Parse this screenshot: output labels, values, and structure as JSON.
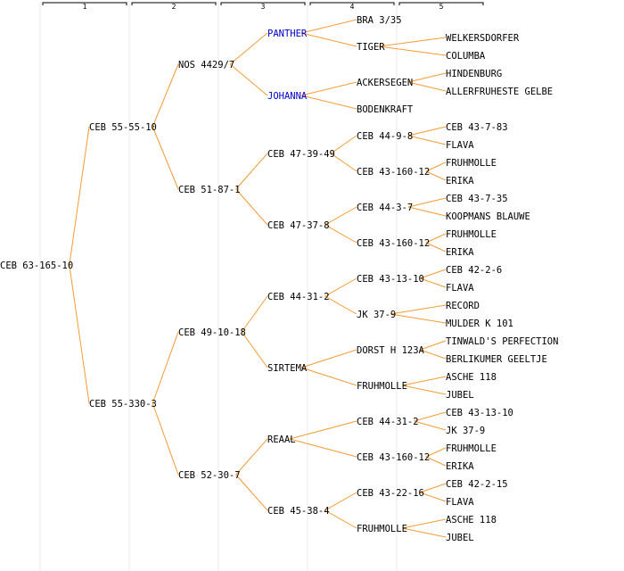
{
  "columns": [
    "1",
    "2",
    "3",
    "4",
    "5"
  ],
  "colors": {
    "link": "#f39c34",
    "text": "#000000",
    "highlight": "#0000cc"
  },
  "tree": {
    "label": "CEB 63-165-10",
    "children": [
      {
        "label": "CEB 55-55-10",
        "children": [
          {
            "label": "NOS 4429/7",
            "children": [
              {
                "label": "PANTHER",
                "highlight": true,
                "children": [
                  {
                    "label": "BRA 3/35"
                  },
                  {
                    "label": "TIGER",
                    "children": [
                      {
                        "label": "WELKERSDORFER"
                      },
                      {
                        "label": "COLUMBA"
                      }
                    ]
                  }
                ]
              },
              {
                "label": "JOHANNA",
                "highlight": true,
                "children": [
                  {
                    "label": "ACKERSEGEN",
                    "children": [
                      {
                        "label": "HINDENBURG"
                      },
                      {
                        "label": "ALLERFRUHESTE GELBE"
                      }
                    ]
                  },
                  {
                    "label": "BODENKRAFT"
                  }
                ]
              }
            ]
          },
          {
            "label": "CEB 51-87-1",
            "children": [
              {
                "label": "CEB 47-39-49",
                "children": [
                  {
                    "label": "CEB 44-9-8",
                    "children": [
                      {
                        "label": "CEB 43-7-83"
                      },
                      {
                        "label": "FLAVA"
                      }
                    ]
                  },
                  {
                    "label": "CEB 43-160-12",
                    "children": [
                      {
                        "label": "FRUHMOLLE"
                      },
                      {
                        "label": "ERIKA"
                      }
                    ]
                  }
                ]
              },
              {
                "label": "CEB 47-37-8",
                "children": [
                  {
                    "label": "CEB 44-3-7",
                    "children": [
                      {
                        "label": "CEB 43-7-35"
                      },
                      {
                        "label": "KOOPMANS BLAUWE"
                      }
                    ]
                  },
                  {
                    "label": "CEB 43-160-12",
                    "children": [
                      {
                        "label": "FRUHMOLLE"
                      },
                      {
                        "label": "ERIKA"
                      }
                    ]
                  }
                ]
              }
            ]
          }
        ]
      },
      {
        "label": "CEB 55-330-3",
        "children": [
          {
            "label": "CEB 49-10-18",
            "children": [
              {
                "label": "CEB 44-31-2",
                "children": [
                  {
                    "label": "CEB 43-13-10",
                    "children": [
                      {
                        "label": "CEB 42-2-6"
                      },
                      {
                        "label": "FLAVA"
                      }
                    ]
                  },
                  {
                    "label": "JK 37-9",
                    "children": [
                      {
                        "label": "RECORD"
                      },
                      {
                        "label": "MULDER K 101"
                      }
                    ]
                  }
                ]
              },
              {
                "label": "SIRTEMA",
                "children": [
                  {
                    "label": "DORST H 123A",
                    "children": [
                      {
                        "label": "TINWALD'S PERFECTION"
                      },
                      {
                        "label": "BERLIKUMER GEELTJE"
                      }
                    ]
                  },
                  {
                    "label": "FRUHMOLLE",
                    "children": [
                      {
                        "label": "ASCHE 118"
                      },
                      {
                        "label": "JUBEL"
                      }
                    ]
                  }
                ]
              }
            ]
          },
          {
            "label": "CEB 52-30-7",
            "children": [
              {
                "label": "REAAL",
                "children": [
                  {
                    "label": "CEB 44-31-2",
                    "children": [
                      {
                        "label": "CEB 43-13-10"
                      },
                      {
                        "label": "JK 37-9"
                      }
                    ]
                  },
                  {
                    "label": "CEB 43-160-12",
                    "children": [
                      {
                        "label": "FRUHMOLLE"
                      },
                      {
                        "label": "ERIKA"
                      }
                    ]
                  }
                ]
              },
              {
                "label": "CEB 45-38-4",
                "children": [
                  {
                    "label": "CEB 43-22-16",
                    "children": [
                      {
                        "label": "CEB 42-2-15"
                      },
                      {
                        "label": "FLAVA"
                      }
                    ]
                  },
                  {
                    "label": "FRUHMOLLE",
                    "children": [
                      {
                        "label": "ASCHE 118"
                      },
                      {
                        "label": "JUBEL"
                      }
                    ]
                  }
                ]
              }
            ]
          }
        ]
      }
    ]
  }
}
